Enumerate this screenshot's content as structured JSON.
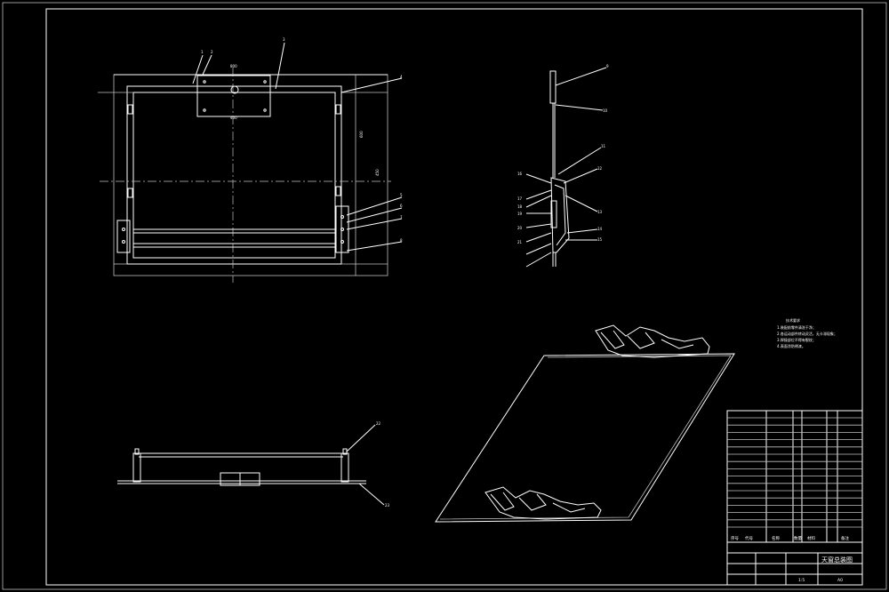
{
  "sheet": {
    "background": "#000000",
    "line_color": "#ffffff"
  },
  "front_view": {
    "callouts": [
      "1",
      "2",
      "3",
      "4",
      "5",
      "6",
      "7",
      "8"
    ],
    "dimensions": [
      "800",
      "400",
      "600",
      "450"
    ]
  },
  "side_view": {
    "callouts": [
      "9",
      "10",
      "11",
      "12",
      "13",
      "14",
      "15",
      "16",
      "17",
      "18",
      "19",
      "20",
      "21"
    ]
  },
  "section_view": {
    "callouts": [
      "22",
      "23"
    ]
  },
  "notes": {
    "title": "技术要求",
    "lines": [
      "1.装配前零件清洗干净；",
      "2.各运动部件转动灵活，无卡滞现象；",
      "3.焊接部位不得有裂纹；",
      "4.表面涂防锈漆。"
    ]
  },
  "title_block": {
    "drawing_title": "天窗总装图",
    "sheet_size": "A0",
    "scale": "1:5",
    "header": [
      "序号",
      "代号",
      "名称",
      "数量",
      "材料",
      "备注"
    ]
  }
}
